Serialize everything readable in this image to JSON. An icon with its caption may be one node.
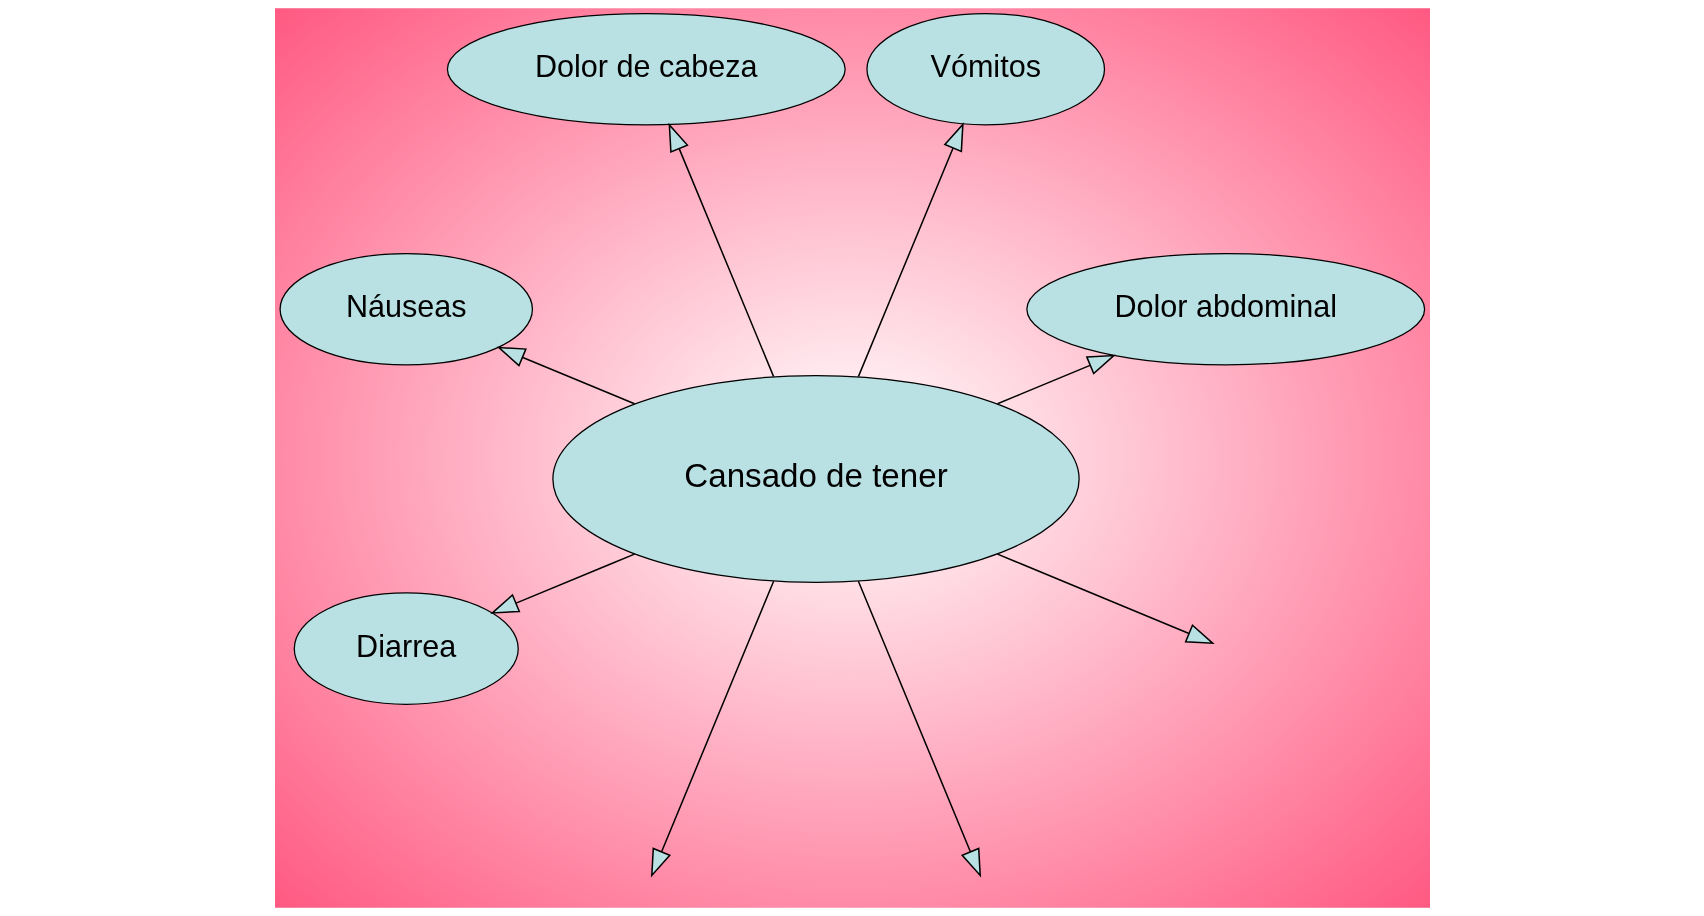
{
  "diagram": {
    "nodes": [
      {
        "text": [
          "Dolor abdominal"
        ]
      },
      {
        "text": [
          "Vómitos"
        ]
      },
      {
        "text": [
          "Dolor de cabeza"
        ]
      },
      {
        "text": [
          "Náuseas"
        ]
      },
      {
        "text": [
          "Cansado de tener"
        ]
      },
      {
        "text": [
          "Diarrea"
        ]
      }
    ],
    "edges": [
      {
        "from": 4,
        "to": 0,
        "arrow": "to"
      },
      {
        "from": 4,
        "to": 2,
        "arrow": "to"
      },
      {
        "from": 4,
        "to": 5,
        "arrow": "to"
      },
      {
        "from": 4,
        "to": null,
        "arrow": "to"
      },
      {
        "from": 4,
        "to": null,
        "arrow": "to"
      },
      {
        "from": 4,
        "to": null,
        "arrow": "to"
      },
      {
        "from": 4,
        "to": 3,
        "arrow": "to"
      },
      {
        "from": 4,
        "to": 1,
        "arrow": "to"
      }
    ]
  }
}
